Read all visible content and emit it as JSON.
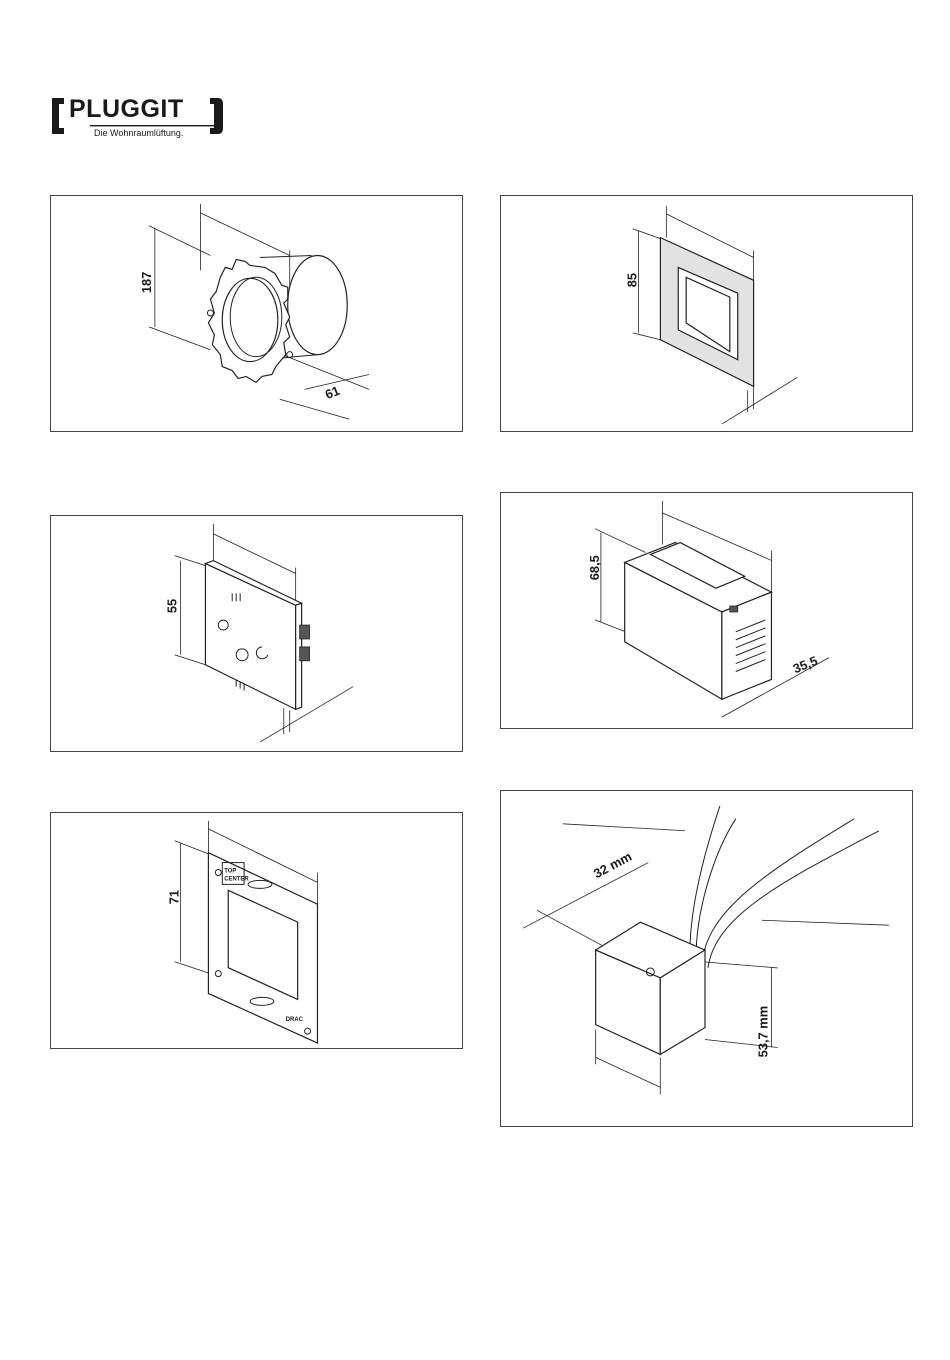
{
  "brand": {
    "name": "PLUGGIT",
    "tagline": "Die Wohnraumlüftung."
  },
  "panels": {
    "flush_box": {
      "dimension": "187",
      "depth": "61"
    },
    "frame": {
      "dimension": "85"
    },
    "control_unit": {
      "dimension": "55"
    },
    "power_supply": {
      "height": "68,5",
      "depth": "35,5"
    },
    "mounting_plate": {
      "dimension": "71",
      "label_top": "TOP",
      "label_center": "CENTER",
      "label_bottom": "DRAC"
    },
    "module": {
      "width": "32 mm",
      "height": "53,7 mm"
    }
  }
}
